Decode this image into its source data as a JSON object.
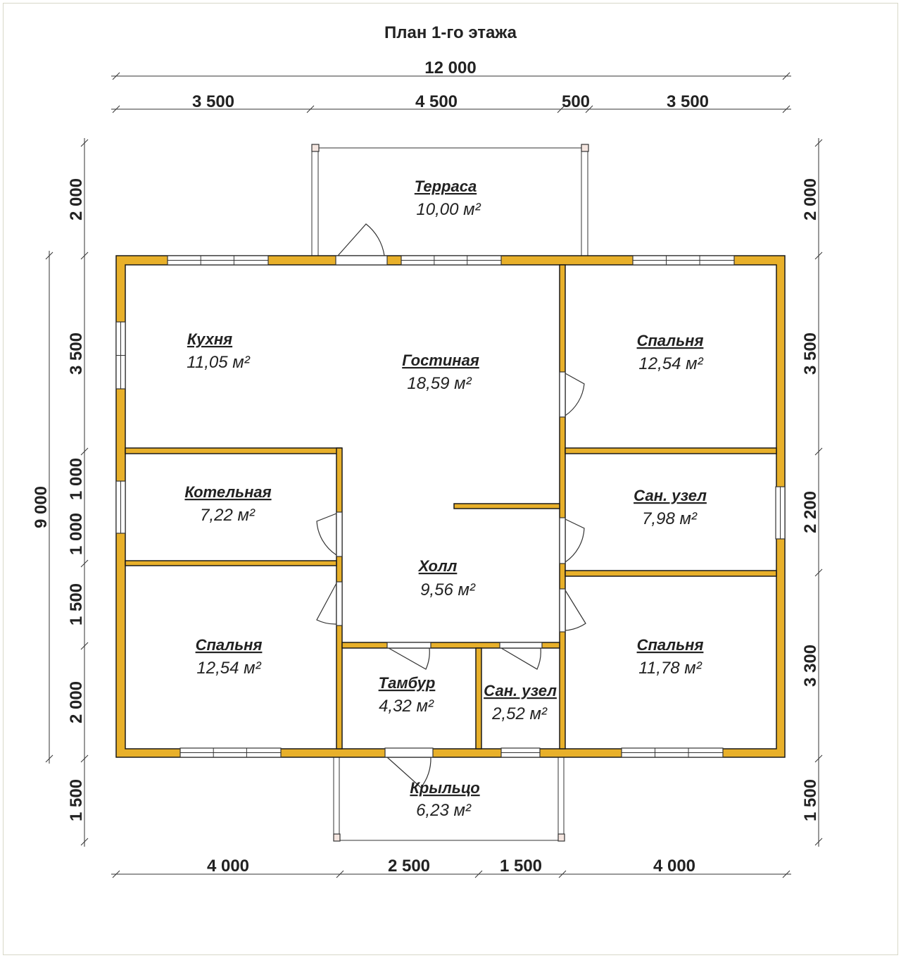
{
  "title": "План 1-го этажа",
  "colors": {
    "wall": "#E8B02A",
    "line": "#333333"
  },
  "dimensions": {
    "top_total": "12 000",
    "top": [
      "3 500",
      "4 500",
      "500",
      "3 500"
    ],
    "bottom": [
      "4 000",
      "2 500",
      "1 500",
      "4 000"
    ],
    "left_total": "9 000",
    "left": [
      "2 000",
      "3 500",
      "1 000",
      "1 000",
      "1 500",
      "2 000",
      "1 500"
    ],
    "right": [
      "2 000",
      "3 500",
      "2 200",
      "3 300",
      "1 500"
    ]
  },
  "rooms": [
    {
      "name": "Терраса",
      "area": "10,00 м²"
    },
    {
      "name": "Кухня",
      "area": "11,05 м²"
    },
    {
      "name": "Гостиная",
      "area": "18,59 м²"
    },
    {
      "name": "Спальня",
      "area": "12,54 м²"
    },
    {
      "name": "Котельная",
      "area": "7,22 м²"
    },
    {
      "name": "Сан. узел",
      "area": "7,98 м²"
    },
    {
      "name": "Холл",
      "area": "9,56 м²"
    },
    {
      "name": "Спальня",
      "area": "12,54 м²"
    },
    {
      "name": "Спальня",
      "area": "11,78 м²"
    },
    {
      "name": "Тамбур",
      "area": "4,32 м²"
    },
    {
      "name": "Сан. узел",
      "area": "2,52 м²"
    },
    {
      "name": "Крыльцо",
      "area": "6,23 м²"
    }
  ]
}
